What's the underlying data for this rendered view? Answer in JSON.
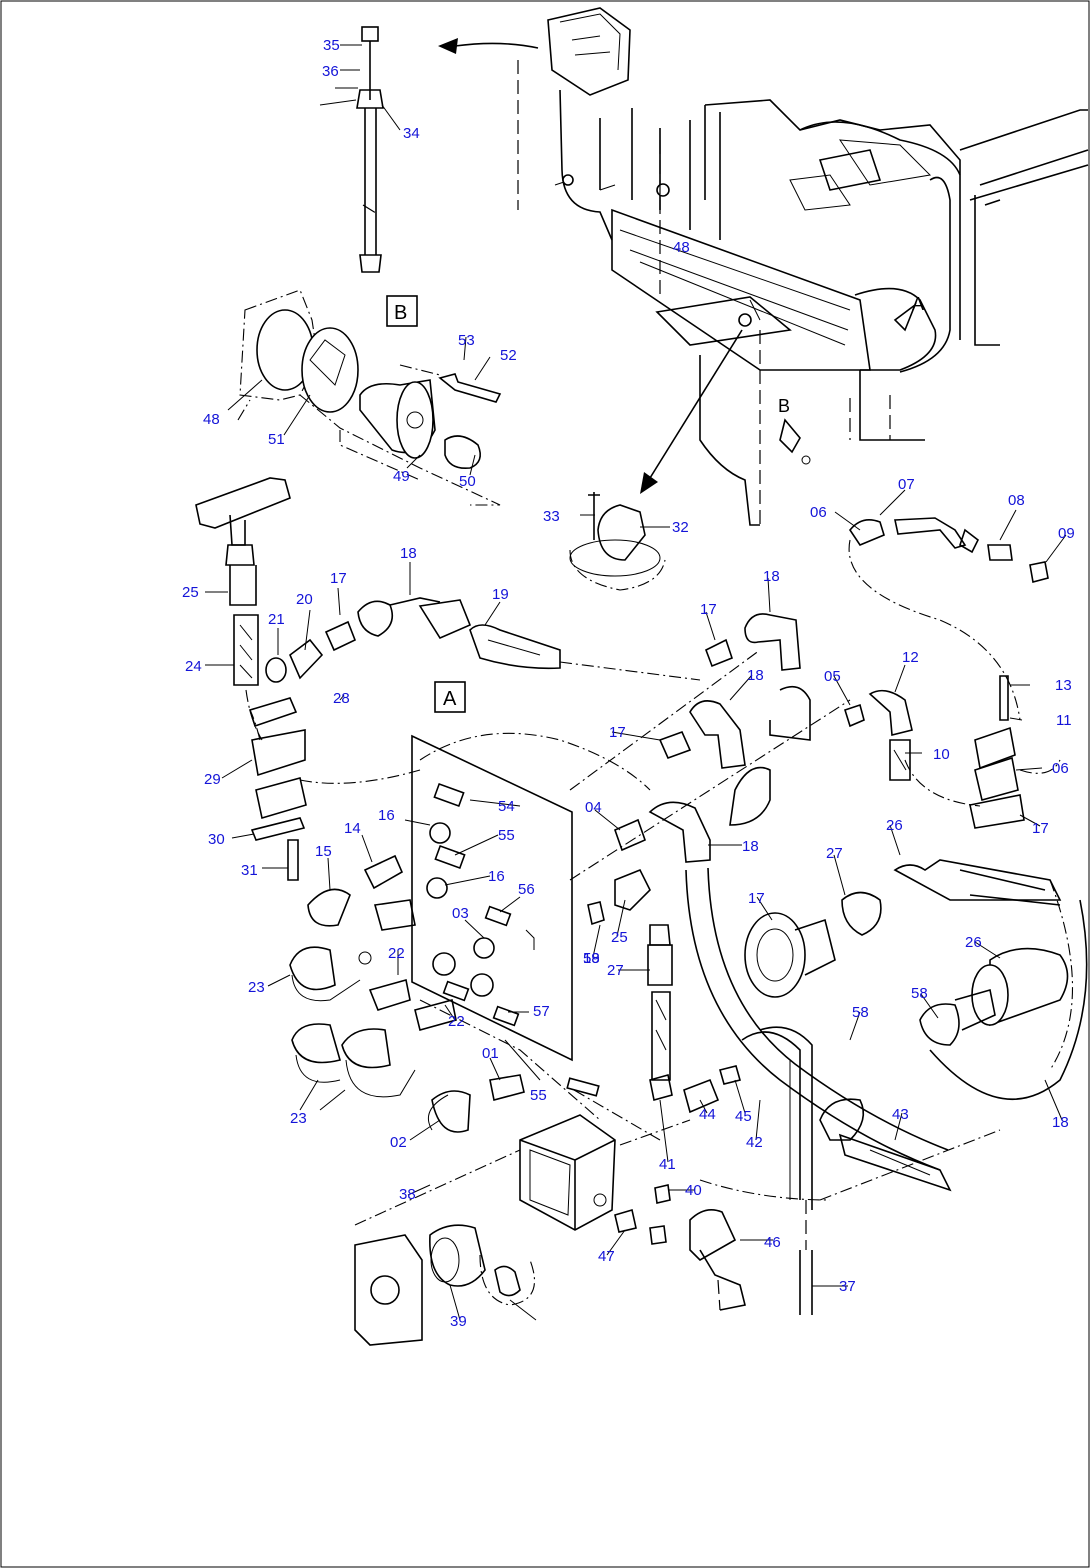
{
  "diagram": {
    "view_labels": [
      "B",
      "A"
    ],
    "view_marks": [
      "A",
      "B"
    ],
    "callouts": [
      "35",
      "36",
      "34",
      "48",
      "53",
      "52",
      "48",
      "51",
      "49",
      "50",
      "25",
      "24",
      "21",
      "20",
      "17",
      "18",
      "19",
      "28",
      "29",
      "30",
      "31",
      "15",
      "14",
      "16",
      "16",
      "54",
      "55",
      "56",
      "03",
      "22",
      "23",
      "22",
      "23",
      "01",
      "02",
      "55",
      "57",
      "33",
      "32",
      "07",
      "06",
      "08",
      "09",
      "17",
      "18",
      "18",
      "17",
      "04",
      "05",
      "12",
      "13",
      "11",
      "06",
      "10",
      "17",
      "18",
      "18",
      "26",
      "27",
      "17",
      "59",
      "25",
      "27",
      "26",
      "58",
      "58",
      "18",
      "43",
      "44",
      "45",
      "42",
      "41",
      "40",
      "47",
      "46",
      "37",
      "38",
      "39"
    ]
  }
}
